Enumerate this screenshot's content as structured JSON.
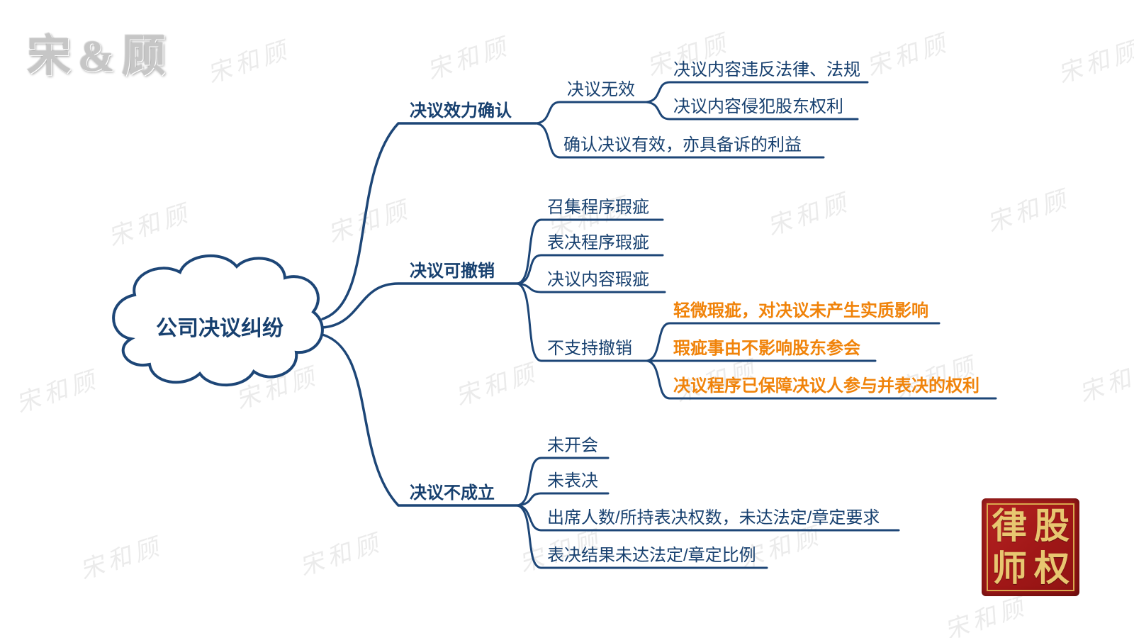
{
  "root": {
    "label": "公司决议纠纷"
  },
  "branches": {
    "validity": {
      "label": "决议效力确认",
      "invalid": {
        "label": "决议无效",
        "violate_law": "决议内容违反法律、法规",
        "infringe_rights": "决议内容侵犯股东权利"
      },
      "confirm_valid": "确认决议有效，亦具备诉的利益"
    },
    "revocable": {
      "label": "决议可撤销",
      "convening_defect": "召集程序瑕疵",
      "voting_defect": "表决程序瑕疵",
      "content_defect": "决议内容瑕疵",
      "no_revocation": {
        "label": "不支持撤销",
        "minor_defect": "轻微瑕疵，对决议未产生实质影响",
        "no_effect_attendance": "瑕疵事由不影响股东参会",
        "procedure_protected": "决议程序已保障决议人参与并表决的权利"
      }
    },
    "not_established": {
      "label": "决议不成立",
      "no_meeting": "未开会",
      "no_vote": "未表决",
      "attendance_short": "出席人数/所持表决权数，未达法定/章定要求",
      "result_short": "表决结果未达法定/章定比例"
    }
  },
  "watermark": {
    "logo": "宋&顾",
    "pattern": "宋和顾"
  },
  "seal": {
    "top_left": "律",
    "top_right": "股",
    "bottom_left": "师",
    "bottom_right": "权"
  },
  "colors": {
    "line": "#1d4677",
    "text": "#17406f",
    "highlight": "#f0830a",
    "seal_background": "#a81e1e",
    "seal_text": "#e8c670"
  }
}
